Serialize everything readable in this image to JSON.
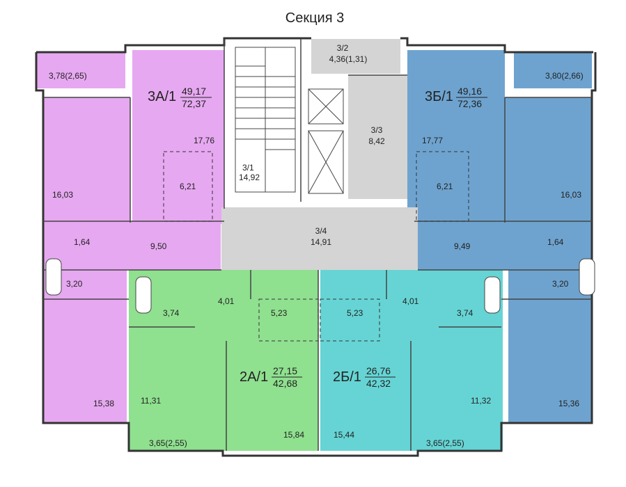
{
  "title": "Секция 3",
  "apartments": {
    "a3_1": {
      "name": "3А/1",
      "living": "49,17",
      "total": "72,37",
      "color": "#e6a8f0"
    },
    "b3_1": {
      "name": "3Б/1",
      "living": "49,16",
      "total": "72,36",
      "color": "#6ea3cf"
    },
    "a2_1": {
      "name": "2А/1",
      "living": "27,15",
      "total": "42,68",
      "color": "#8fe08f"
    },
    "b2_1": {
      "name": "2Б/1",
      "living": "26,76",
      "total": "42,32",
      "color": "#66d4d4"
    }
  },
  "common": {
    "stair_num": "3/1",
    "stair_area": "14,92",
    "hall_top_num": "3/2",
    "hall_top_area": "4,36(1,31)",
    "lift_num": "3/3",
    "lift_area": "8,42",
    "corridor_num": "3/4",
    "corridor_area": "14,91",
    "color": "#d4d4d4"
  },
  "rooms": {
    "a3_balcony": "3,78(2,65)",
    "a3_living": "17,76",
    "a3_kitchen": "6,21",
    "a3_bedroom1": "16,03",
    "a3_wc": "1,64",
    "a3_hall": "9,50",
    "a3_bath": "3,20",
    "a3_bedroom2": "15,38",
    "b3_balcony": "3,80(2,66)",
    "b3_living": "17,77",
    "b3_kitchen": "6,21",
    "b3_bedroom1": "16,03",
    "b3_wc": "1,64",
    "b3_hall": "9,49",
    "b3_bath": "3,20",
    "b3_bedroom2": "15,36",
    "a2_bath": "3,74",
    "a2_hall": "4,01",
    "a2_kitchen": "5,23",
    "a2_bedroom": "11,31",
    "a2_living": "15,84",
    "a2_balcony": "3,65(2,55)",
    "b2_kitchen": "5,23",
    "b2_hall": "4,01",
    "b2_bath": "3,74",
    "b2_bedroom": "11,32",
    "b2_living": "15,44",
    "b2_balcony": "3,65(2,55)"
  }
}
